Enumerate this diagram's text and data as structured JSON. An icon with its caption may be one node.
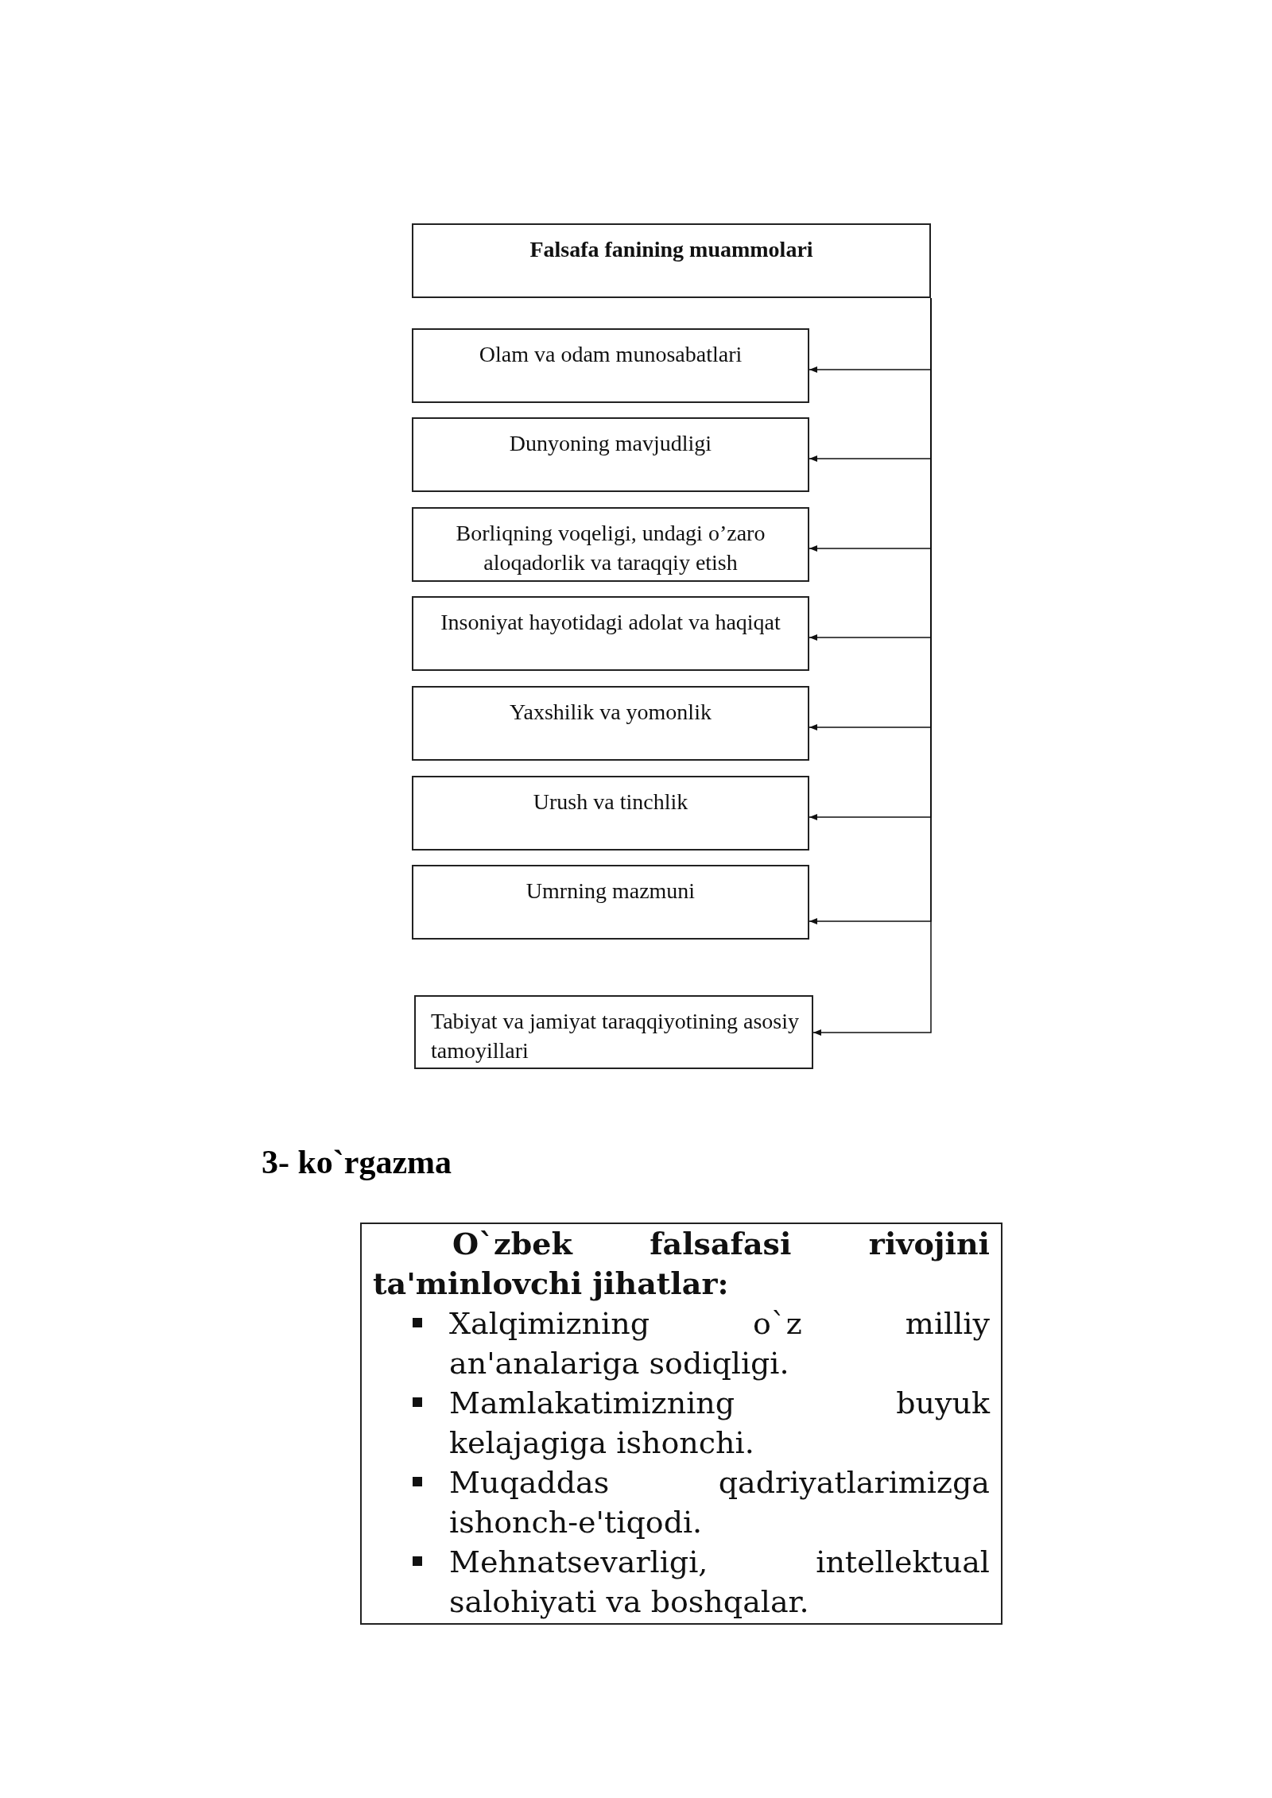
{
  "diagram": {
    "nodes": [
      {
        "text": [
          "Falsafa fanining muammolari"
        ]
      },
      {
        "text": [
          "Olam va odam munosabatlari"
        ]
      },
      {
        "text": [
          "Dunyoning mavjudligi"
        ]
      },
      {
        "text": [
          "Borliqning voqeligi, undagi o’zaro aloqadorlik va taraqqiy etish"
        ]
      },
      {
        "text": [
          "Insoniyat hayotidagi adolat va haqiqat"
        ]
      },
      {
        "text": [
          "Yaxshilik va yomonlik"
        ]
      },
      {
        "text": [
          "Urush va tinchlik"
        ]
      },
      {
        "text": [
          "Umrning mazmuni"
        ]
      },
      {
        "text": [
          "Tabiyat va jamiyat taraqqiyotining asosiy tamoyillari"
        ]
      },
      {
        "text": [
          "O`zbek falsafasi rivojini ta'minlovchi jihatlar:",
          "Xalqimizning o`z milliy an'analariga sodiqligi.",
          "Mamlakatimizning buyuk kelajagiga ishonchi.",
          "Muqaddas qadriyatlarimizga ishonch-e'tiqodi.",
          "Mehnatsevarligi, intellektual salohiyati va boshqalar."
        ]
      }
    ],
    "edges": [
      {
        "from": 0,
        "to": 1,
        "arrow": "to"
      },
      {
        "from": 0,
        "to": 2,
        "arrow": "to"
      },
      {
        "from": 0,
        "to": 3,
        "arrow": "to"
      },
      {
        "from": 0,
        "to": 4,
        "arrow": "to"
      },
      {
        "from": 0,
        "to": 5,
        "arrow": "to"
      },
      {
        "from": 0,
        "to": 6,
        "arrow": "to"
      },
      {
        "from": 0,
        "to": 7,
        "arrow": "to"
      },
      {
        "from": 0,
        "to": 8,
        "arrow": "to"
      }
    ],
    "labels": [
      "3- ko`rgazma"
    ]
  }
}
